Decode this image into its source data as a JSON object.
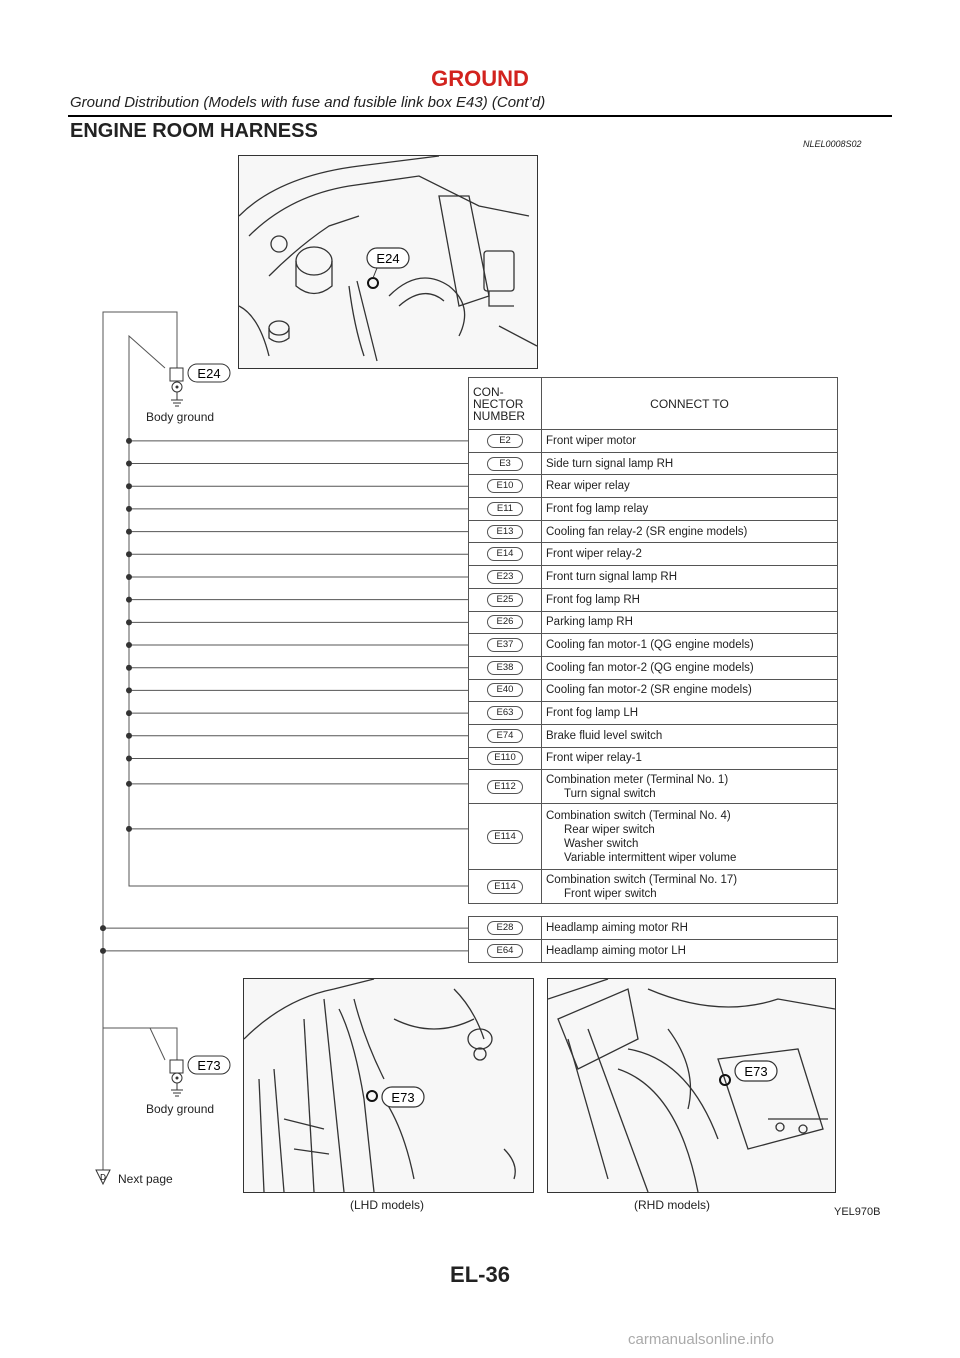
{
  "header": {
    "title": "GROUND",
    "subtitle": "Ground Distribution (Models with fuse and fusible link box E43) (Cont’d)"
  },
  "section": {
    "title": "ENGINE ROOM HARNESS",
    "code": "NLEL0008S02"
  },
  "grounds": {
    "top": {
      "connector": "E24",
      "label": "Body ground"
    },
    "bottom": {
      "connector": "E73",
      "label": "Body ground"
    },
    "next_page": {
      "marker": "D",
      "label": "Next page"
    }
  },
  "photos": {
    "top": {
      "callout": "E24"
    },
    "lhd": {
      "callout": "E73",
      "caption": "(LHD models)"
    },
    "rhd": {
      "callout": "E73",
      "caption": "(RHD models)"
    }
  },
  "table": {
    "col1_header": [
      "CON-",
      "NECTOR",
      "NUMBER"
    ],
    "col2_header": "CONNECT TO",
    "rows": [
      {
        "connector": "E2",
        "connect_to": [
          "Front wiper motor"
        ]
      },
      {
        "connector": "E3",
        "connect_to": [
          "Side turn signal lamp RH"
        ]
      },
      {
        "connector": "E10",
        "connect_to": [
          "Rear wiper relay"
        ]
      },
      {
        "connector": "E11",
        "connect_to": [
          "Front fog lamp relay"
        ]
      },
      {
        "connector": "E13",
        "connect_to": [
          "Cooling fan relay-2 (SR engine models)"
        ]
      },
      {
        "connector": "E14",
        "connect_to": [
          "Front wiper relay-2"
        ]
      },
      {
        "connector": "E23",
        "connect_to": [
          "Front turn signal lamp RH"
        ]
      },
      {
        "connector": "E25",
        "connect_to": [
          "Front fog lamp RH"
        ]
      },
      {
        "connector": "E26",
        "connect_to": [
          "Parking lamp RH"
        ]
      },
      {
        "connector": "E37",
        "connect_to": [
          "Cooling fan motor-1 (QG engine models)"
        ]
      },
      {
        "connector": "E38",
        "connect_to": [
          "Cooling fan motor-2 (QG engine models)"
        ]
      },
      {
        "connector": "E40",
        "connect_to": [
          "Cooling fan motor-2 (SR engine models)"
        ]
      },
      {
        "connector": "E63",
        "connect_to": [
          "Front fog lamp LH"
        ]
      },
      {
        "connector": "E74",
        "connect_to": [
          "Brake fluid level switch"
        ]
      },
      {
        "connector": "E110",
        "connect_to": [
          "Front wiper relay-1"
        ]
      },
      {
        "connector": "E112",
        "connect_to": [
          "Combination meter (Terminal No. 1)",
          "Turn signal switch"
        ]
      },
      {
        "connector": "E114",
        "connect_to": [
          "Combination switch (Terminal No. 4)",
          "Rear wiper switch",
          "Washer switch",
          "Variable intermittent wiper volume"
        ]
      },
      {
        "connector": "E114",
        "connect_to": [
          "Combination switch (Terminal No. 17)",
          "Front wiper switch"
        ]
      }
    ],
    "rows2": [
      {
        "connector": "E28",
        "connect_to": [
          "Headlamp aiming motor RH"
        ]
      },
      {
        "connector": "E64",
        "connect_to": [
          "Headlamp aiming motor LH"
        ]
      }
    ]
  },
  "figure_code": "YEL970B",
  "page_number": "EL-36",
  "watermark": "carmanualsonline.info",
  "colors": {
    "title_red": "#d2231e",
    "line": "#555555"
  }
}
